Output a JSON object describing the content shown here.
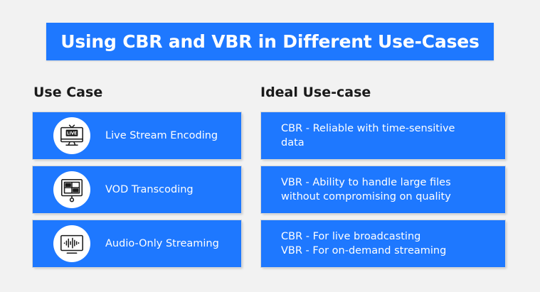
{
  "title": "Using CBR and VBR in Different Use-Cases",
  "columns": {
    "left_header": "Use Case",
    "right_header": "Ideal Use-case"
  },
  "rows": [
    {
      "use_case": "Live Stream Encoding",
      "icon": "live-stream-monitor-icon",
      "icon_text": "LIVE",
      "ideal_lines": [
        "CBR - Reliable with time-sensitive",
        "data"
      ]
    },
    {
      "use_case": "VOD Transcoding",
      "icon": "vod-transcoding-icon",
      "ideal_lines": [
        "VBR - Ability to handle large files",
        "without compromising on quality"
      ]
    },
    {
      "use_case": "Audio-Only Streaming",
      "icon": "audio-waveform-icon",
      "ideal_lines": [
        "CBR - For live broadcasting",
        "VBR - For on-demand streaming"
      ]
    }
  ],
  "colors": {
    "accent": "#1e78ff",
    "background": "#f2f2f2",
    "text_dark": "#1a1a1a"
  }
}
